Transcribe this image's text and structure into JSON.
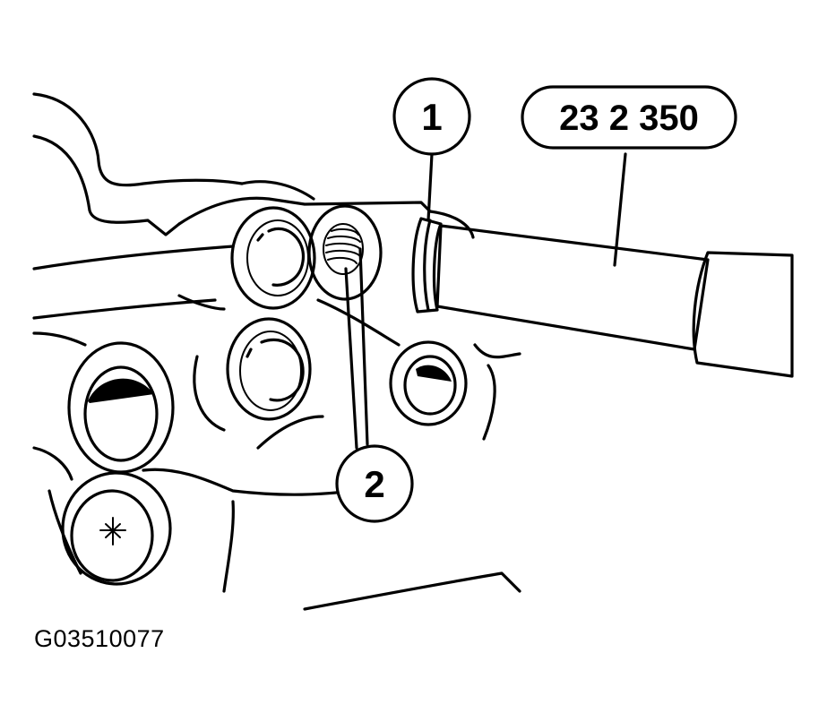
{
  "callouts": {
    "one": "1",
    "two": "2",
    "tool": "23 2 350"
  },
  "figure_code": "G03510077",
  "colors": {
    "line": "#000000",
    "tool_fill": "#e6e6e6",
    "background": "#ffffff"
  }
}
